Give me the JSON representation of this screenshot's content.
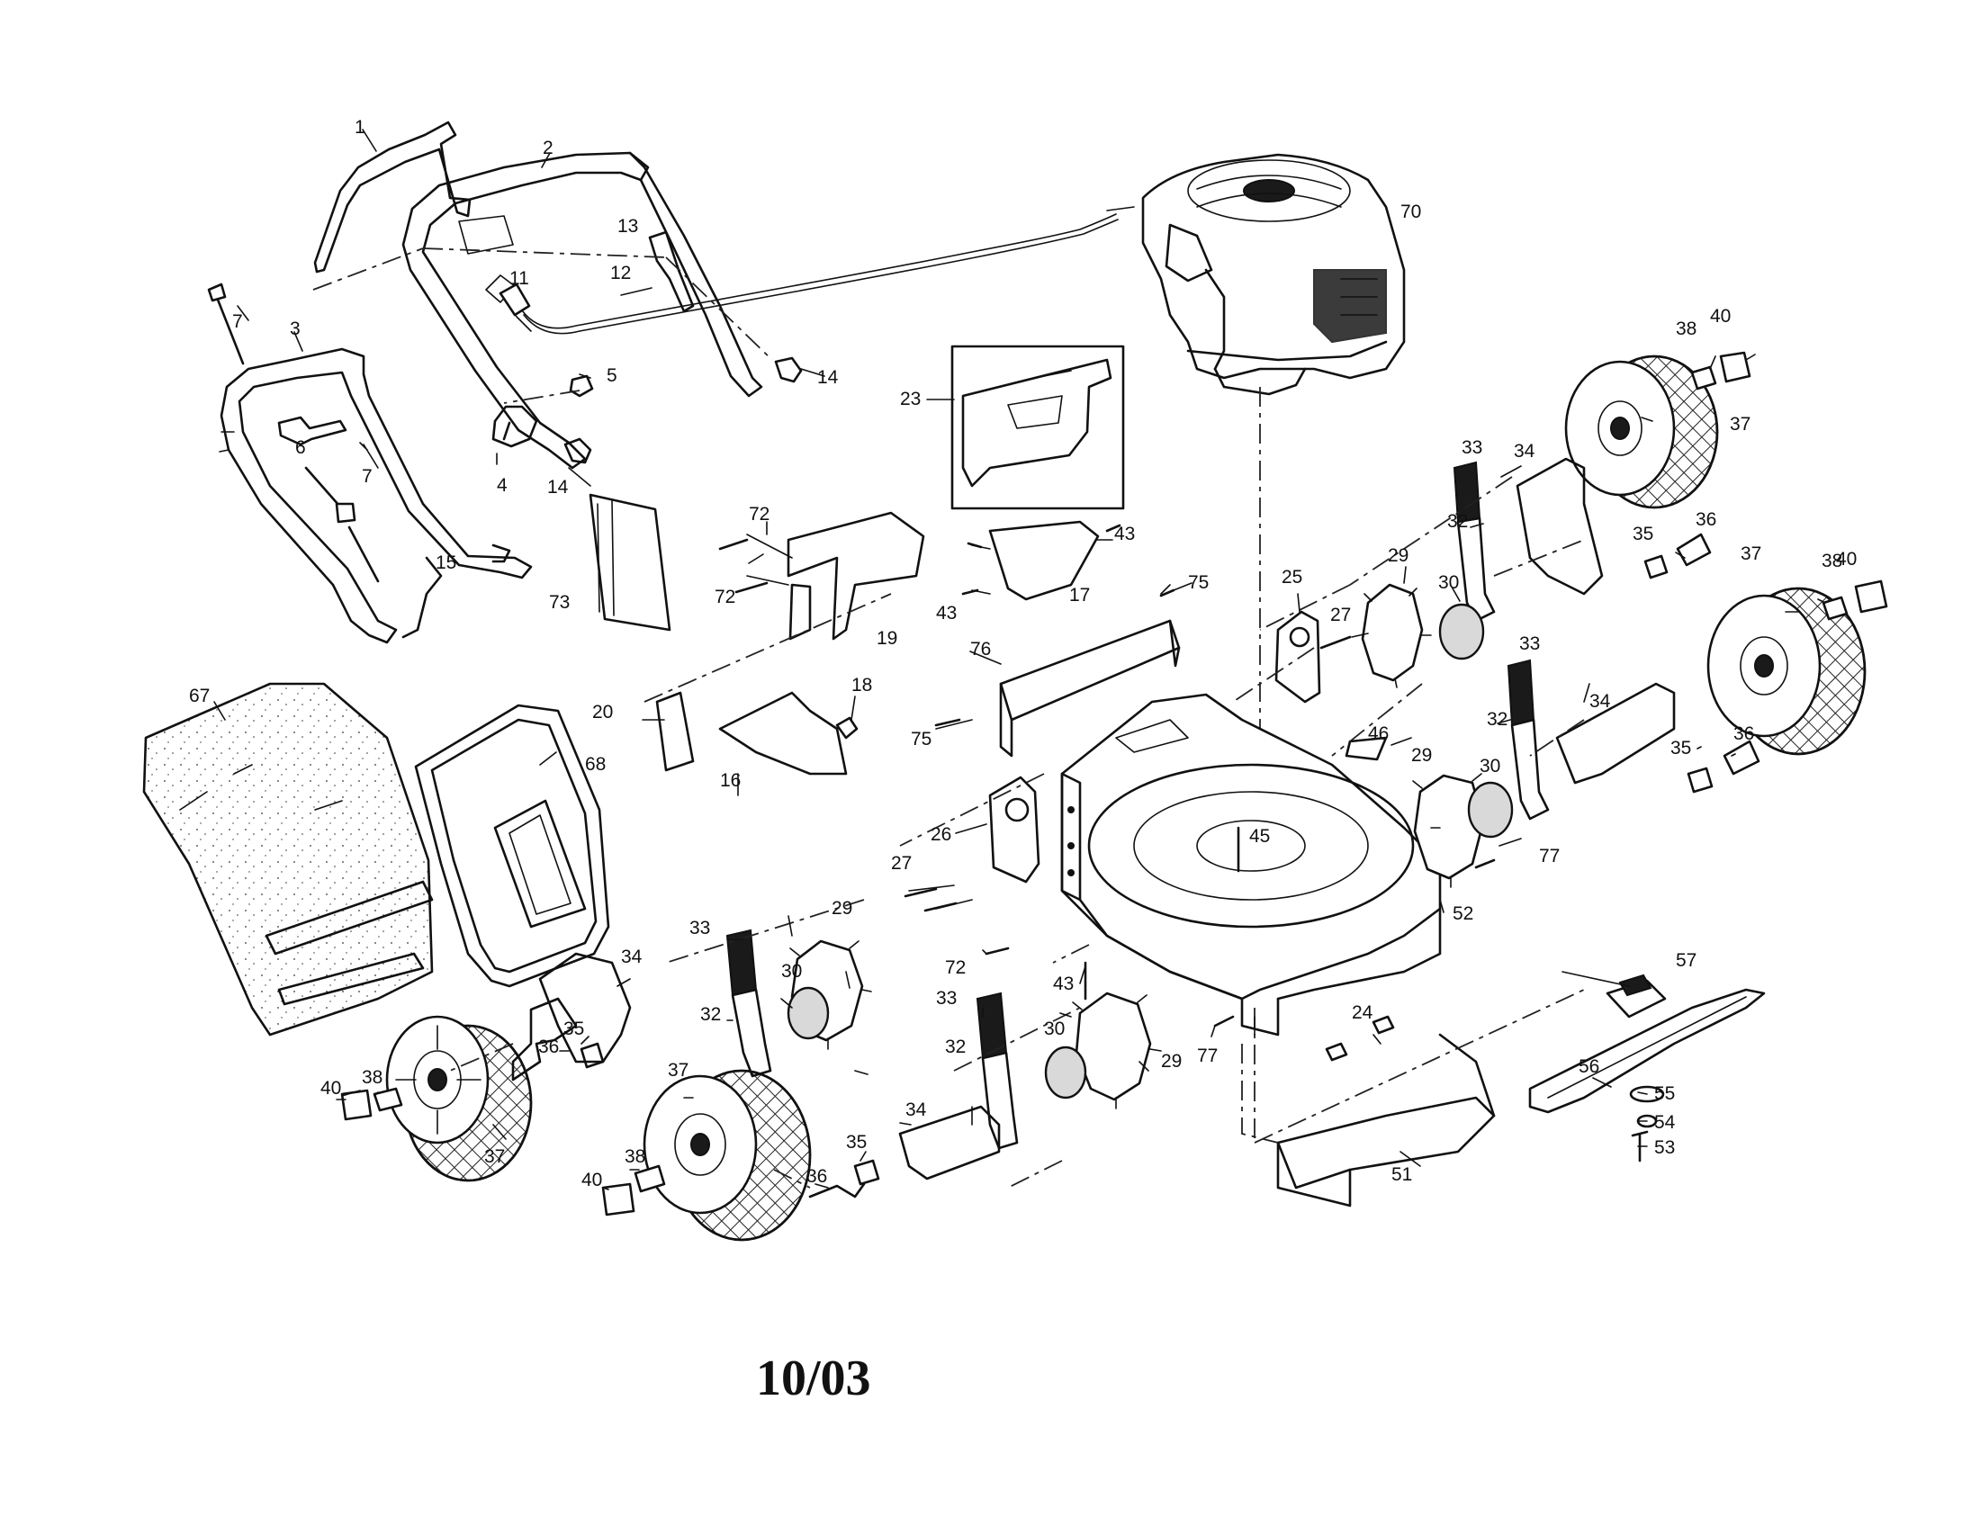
{
  "diagram": {
    "date_code": "10/03",
    "callouts": {
      "c1": "1",
      "c2": "2",
      "c3": "3",
      "c4": "4",
      "c5": "5",
      "c6": "6",
      "c7a": "7",
      "c7b": "7",
      "c11": "11",
      "c12": "12",
      "c13": "13",
      "c14a": "14",
      "c14b": "14",
      "c15": "15",
      "c16": "16",
      "c17": "17",
      "c18": "18",
      "c19": "19",
      "c20": "20",
      "c23": "23",
      "c24": "24",
      "c25": "25",
      "c26": "26",
      "c27a": "27",
      "c27b": "27",
      "c29a": "29",
      "c29b": "29",
      "c29c": "29",
      "c29d": "29",
      "c30a": "30",
      "c30b": "30",
      "c30c": "30",
      "c30d": "30",
      "c32a": "32",
      "c32b": "32",
      "c32c": "32",
      "c32d": "32",
      "c33a": "33",
      "c33b": "33",
      "c33c": "33",
      "c33d": "33",
      "c34a": "34",
      "c34b": "34",
      "c34c": "34",
      "c34d": "34",
      "c35a": "35",
      "c35b": "35",
      "c35c": "35",
      "c35d": "35",
      "c36a": "36",
      "c36b": "36",
      "c36c": "36",
      "c36d": "36",
      "c37a": "37",
      "c37b": "37",
      "c37c": "37",
      "c37d": "37",
      "c38a": "38",
      "c38b": "38",
      "c38c": "38",
      "c38d": "38",
      "c40a": "40",
      "c40b": "40",
      "c40c": "40",
      "c40d": "40",
      "c43a": "43",
      "c43b": "43",
      "c43c": "43",
      "c45": "45",
      "c46": "46",
      "c51": "51",
      "c52": "52",
      "c53": "53",
      "c54": "54",
      "c55": "55",
      "c56": "56",
      "c57": "57",
      "c67": "67",
      "c68": "68",
      "c70": "70",
      "c72a": "72",
      "c72b": "72",
      "c72c": "72",
      "c73": "73",
      "c75a": "75",
      "c75b": "75",
      "c76": "76",
      "c77a": "77",
      "c77b": "77"
    }
  }
}
